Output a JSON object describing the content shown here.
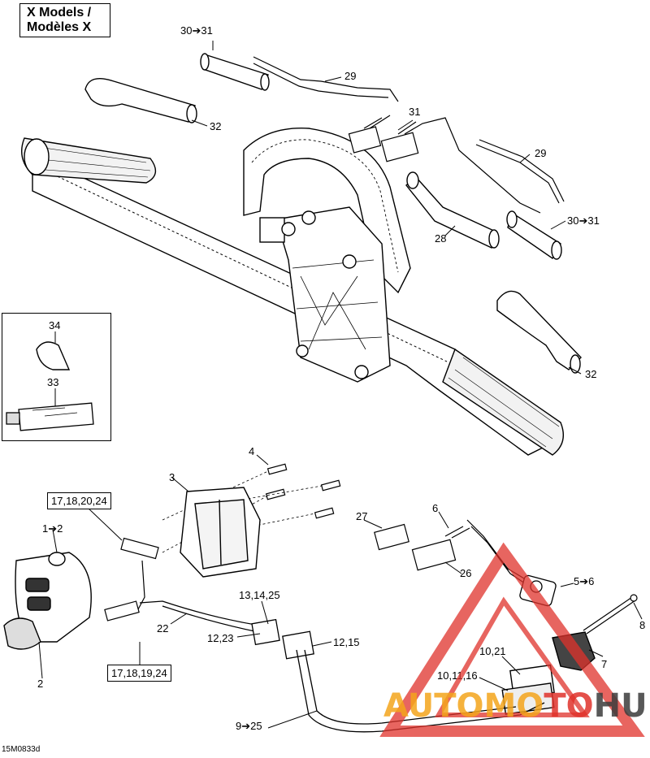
{
  "title": {
    "line1": "X Models /",
    "line2": "Modèles X"
  },
  "callouts": {
    "c_30_31_top": "30➔31",
    "c_29_top": "29",
    "c_32_top": "32",
    "c_31": "31",
    "c_29_right": "29",
    "c_30_31_right": "30➔31",
    "c_28": "28",
    "c_32_right": "32",
    "c_34": "34",
    "c_33": "33",
    "c_4": "4",
    "c_3": "3",
    "c_1_2": "1➔2",
    "c_2": "2",
    "c_27": "27",
    "c_6": "6",
    "c_26": "26",
    "c_5_6": "5➔6",
    "c_8": "8",
    "c_13_14_25": "13,14,25",
    "c_12_23": "12,23",
    "c_12_15": "12,15",
    "c_22": "22",
    "c_7": "7",
    "c_10_21": "10,21",
    "c_10_11_16": "10,11,16",
    "c_9_25": "9➔25"
  },
  "boxed": {
    "b_17_18_20_24": "17,18,20,24",
    "b_17_18_19_24": "17,18,19,24"
  },
  "footer_code": "15M0833d",
  "watermark": {
    "part1": "AUTOMO",
    "part2": "TO",
    "part3": "HUB"
  },
  "colors": {
    "watermark_red": "#e0322b",
    "watermark_orange": "#f4a51c",
    "watermark_dark": "#3c3c3c"
  }
}
